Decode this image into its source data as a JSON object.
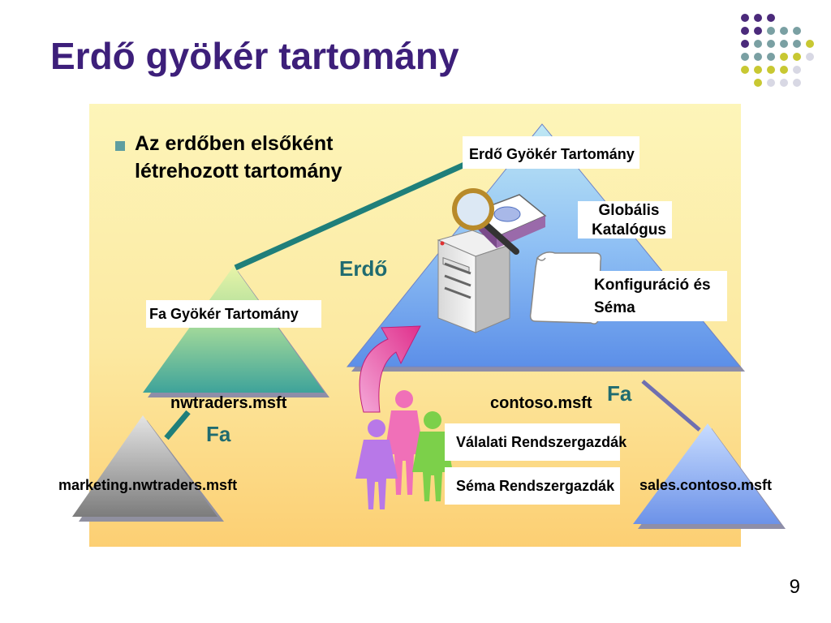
{
  "slide": {
    "title": "Erdő gyökér tartomány",
    "bullet": "Az erdőben elsőként létrehozott tartomány",
    "page_number": "9"
  },
  "diagram": {
    "forest_root_label": "Erdő Gyökér Tartomány",
    "global_catalog_label": "Globális Katalógus",
    "config_schema_label": "Konfiguráció és Séma",
    "forest_label": "Erdő",
    "tree_root_label": "Fa Gyökér Tartomány",
    "tree_label_left": "Fa",
    "tree_label_right": "Fa",
    "domain_nwtraders": "nwtraders.msft",
    "domain_contoso": "contoso.msft",
    "domain_marketing": "marketing.nwtraders.msft",
    "domain_sales": "sales.contoso.msft",
    "enterprise_admins": "Válalati Rendszergazdák",
    "schema_admins": "Séma Rendszergazdák"
  },
  "colors": {
    "title": "#3d1f7a",
    "teal": "#1f6b70",
    "forest_triangle": "#6a9df0",
    "tree_triangle": "#5fb8a0",
    "grey_triangle": "#9a9a9a",
    "sales_triangle": "#8aa8ee"
  },
  "icons": [
    "server-icon",
    "magnifier-icon",
    "book-icon",
    "scroll-icon",
    "curved-arrow-icon",
    "people-icon"
  ]
}
